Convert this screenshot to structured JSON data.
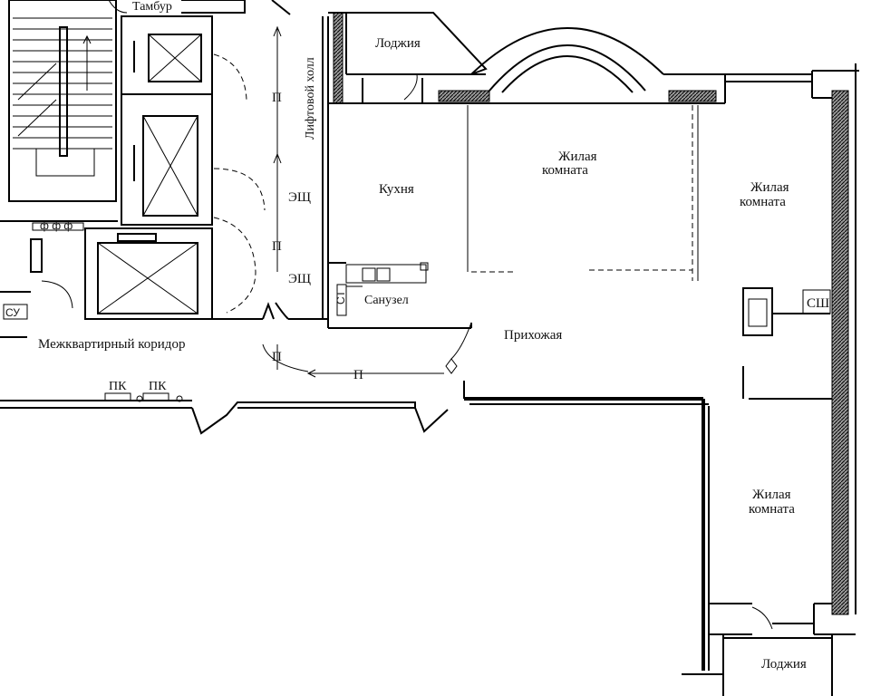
{
  "labels": {
    "tambur": "Тамбур",
    "loggia_top": "Лоджия",
    "lift_hall": "Лифтовой холл",
    "living_center_1": "Жилая",
    "living_center_2": "комната",
    "living_right_1": "Жилая",
    "living_right_2": "комната",
    "living_bottom_1": "Жилая",
    "living_bottom_2": "комната",
    "kitchen": "Кухня",
    "ehsch_1": "ЭЩ",
    "ehsch_2": "ЭЩ",
    "p_1": "П",
    "p_2": "П",
    "p_3": "П",
    "p_4": "П",
    "st": "СТ",
    "sanuzel": "Санузел",
    "hallway": "Прихожая",
    "corridor": "Межквартирный коридор",
    "pk_1": "ПК",
    "pk_2": "ПК",
    "sh": "СШ",
    "loggia_bottom": "Лоджия",
    "fff": "ф ф ф",
    "cu": "СУ"
  }
}
